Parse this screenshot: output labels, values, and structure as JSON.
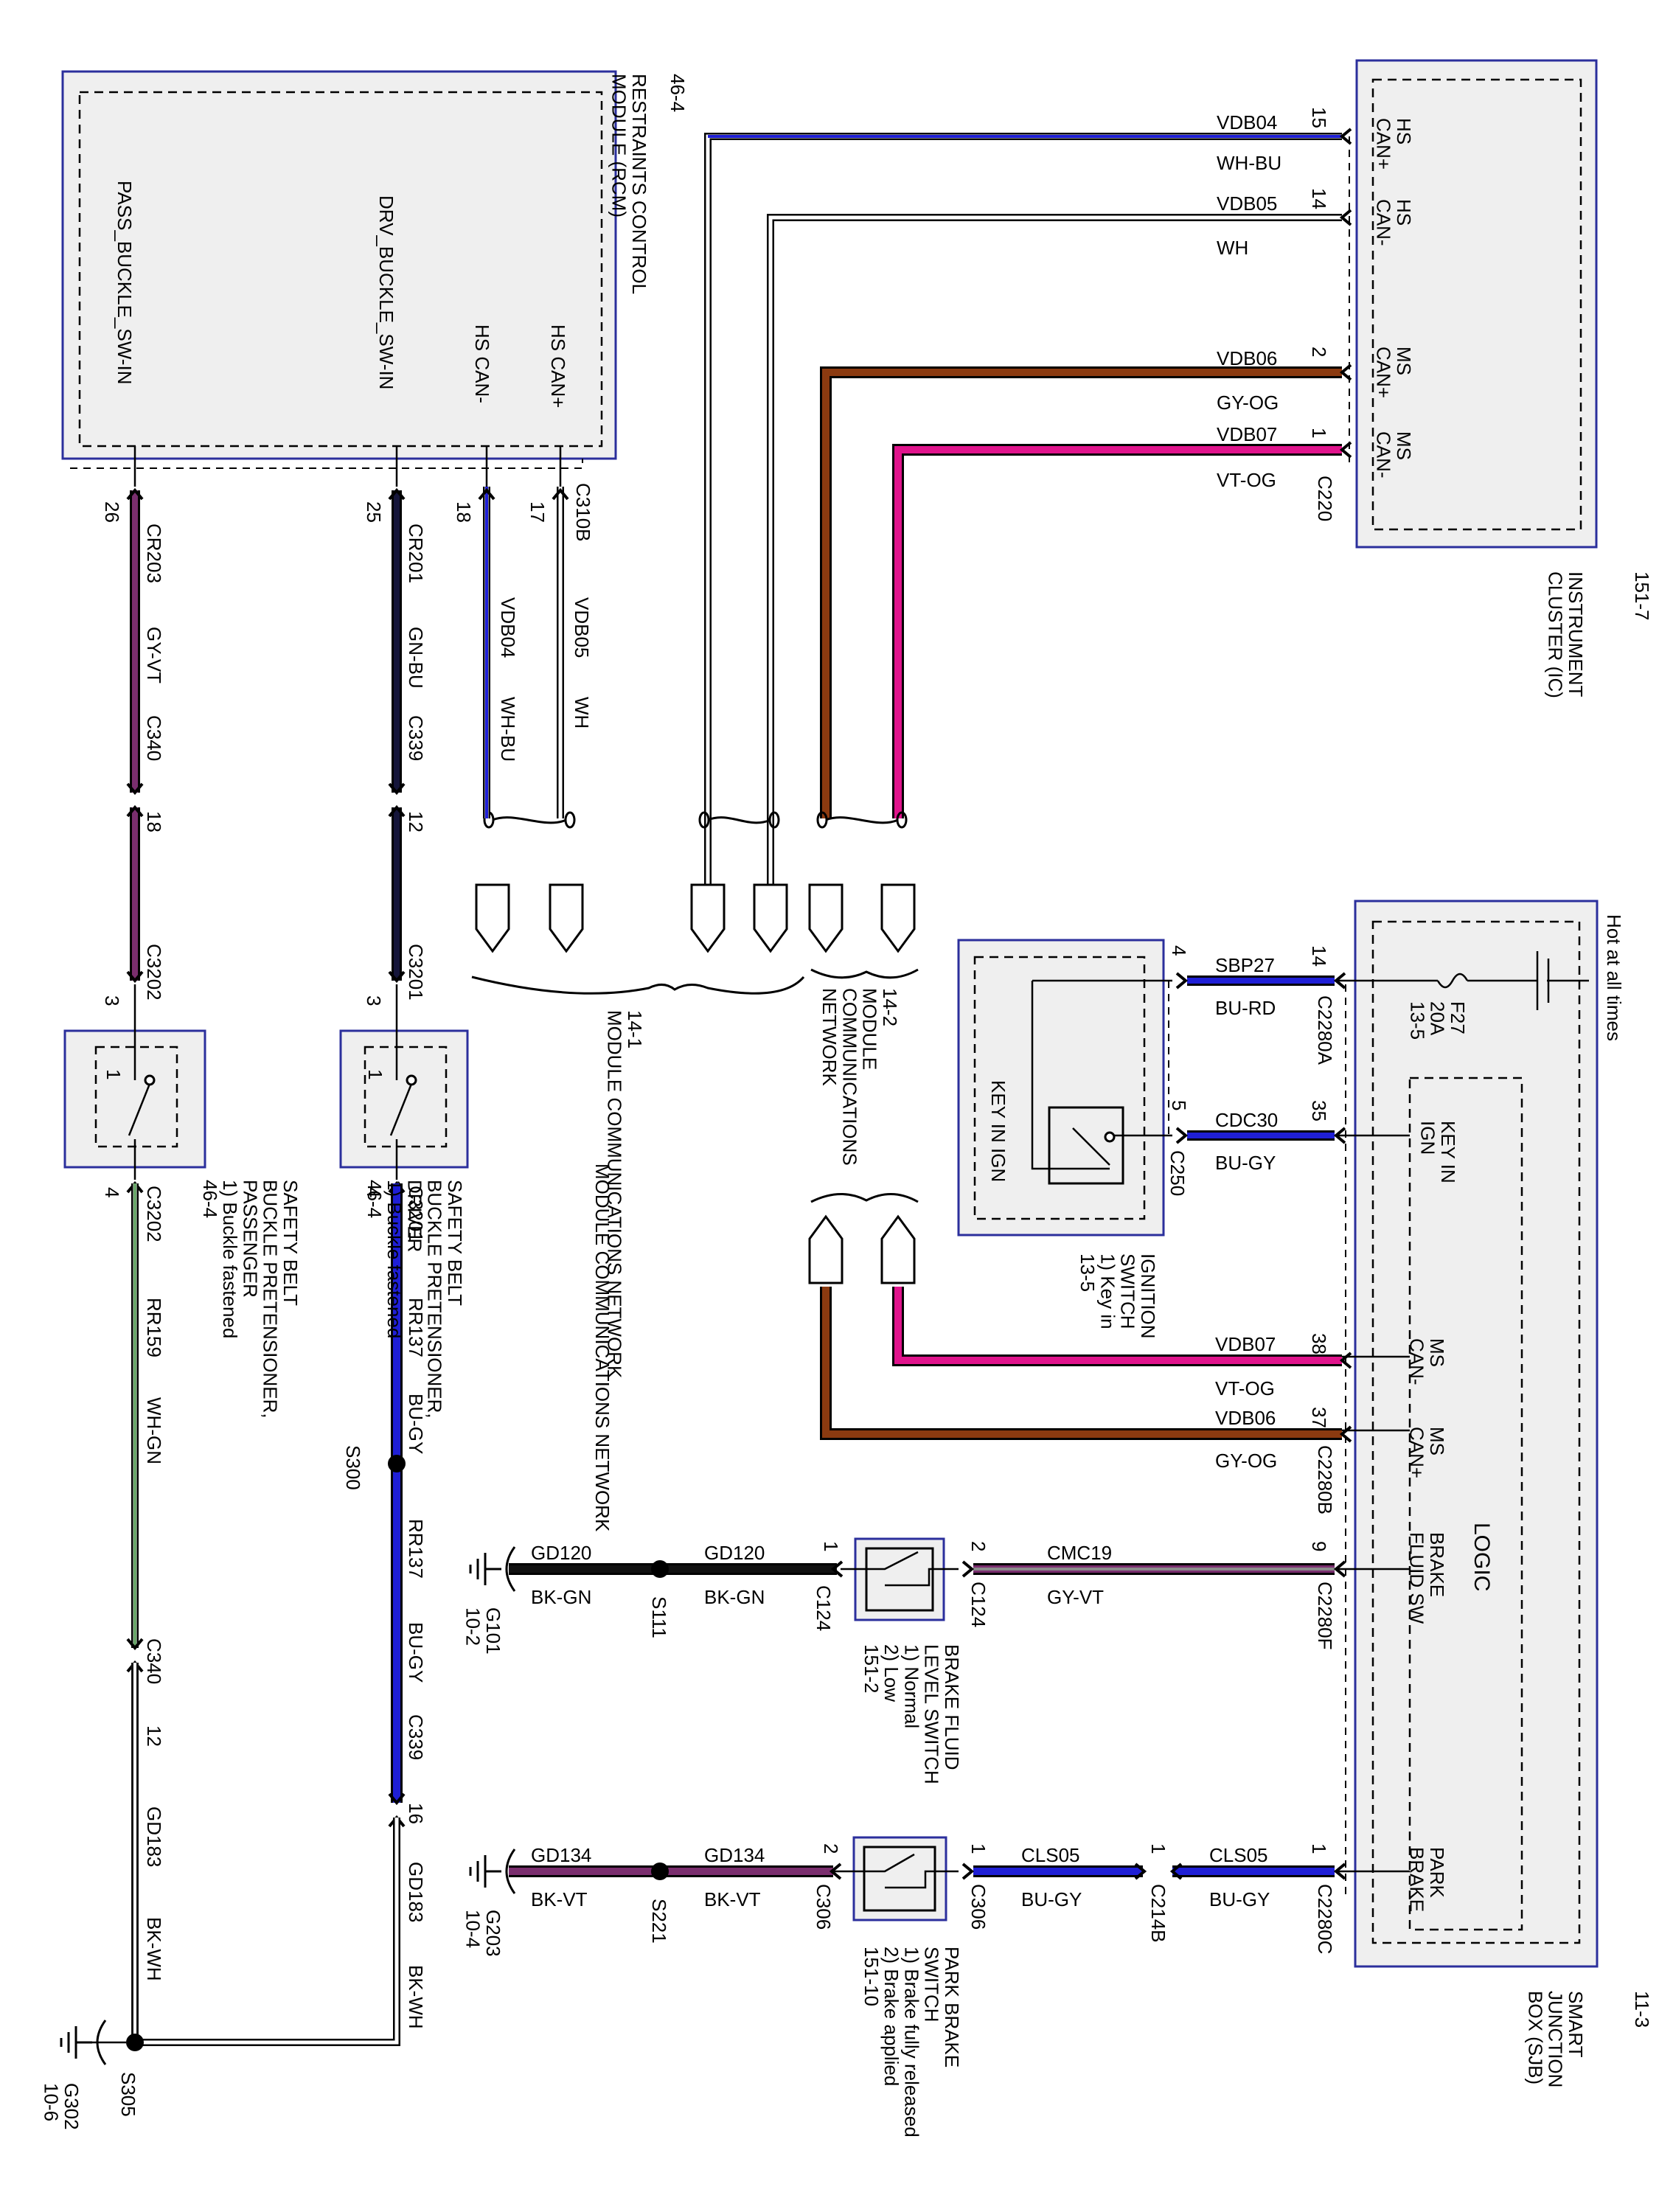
{
  "modules": {
    "rcm": {
      "name": "RESTRAINTS CONTROL\nMODULE (RCM)",
      "ref": "46-4",
      "pins": {
        "pass": "PASS_BUCKLE_SW-IN",
        "drv": "DRV_BUCKLE_SW-IN",
        "hs_minus": "HS CAN-",
        "hs_plus": "HS CAN+"
      },
      "connector": "C310B"
    },
    "ic": {
      "name": "INSTRUMENT\nCLUSTER (IC)",
      "ref": "151-7",
      "pins": {
        "hs_plus": "HS\nCAN+",
        "hs_minus": "HS\nCAN-",
        "ms_plus": "MS\nCAN+",
        "ms_minus": "MS\nCAN-"
      },
      "connector": "C220"
    },
    "sjb": {
      "name": "SMART\nJUNCTION\nBOX (SJB)",
      "ref": "11-3",
      "hot": "Hot at all times",
      "fuse": "F27\n20A\n13-5",
      "logic": "LOGIC",
      "pins": {
        "key_in": "KEY IN\nIGN",
        "ms_minus": "MS\nCAN-",
        "ms_plus": "MS\nCAN+",
        "brake_fluid": "BRAKE\nFLUID SW",
        "park": "PARK\nBRAKE"
      }
    },
    "ign": {
      "title": "IGNITION\nSWITCH\n1) Key in\n13-5",
      "label": "KEY IN IGN",
      "connector": "C250"
    }
  },
  "wires": {
    "vdb04": {
      "circuit": "VDB04",
      "color": "WH-BU",
      "pin": "15"
    },
    "vdb05": {
      "circuit": "VDB05",
      "color": "WH",
      "pin": "14"
    },
    "vdb06": {
      "circuit": "VDB06",
      "color": "GY-OG",
      "pin": "2"
    },
    "vdb07": {
      "circuit": "VDB07",
      "color": "VT-OG",
      "pin": "1"
    },
    "sbp27": {
      "circuit": "SBP27",
      "color": "BU-RD",
      "pin_a": "4",
      "pin_b": "14",
      "connector": "C2280A"
    },
    "cdc30": {
      "circuit": "CDC30",
      "color": "BU-GY",
      "pin_a": "5",
      "pin_b": "35"
    },
    "vdb07b": {
      "circuit": "VDB07",
      "color": "VT-OG",
      "pin": "38"
    },
    "vdb06b": {
      "circuit": "VDB06",
      "color": "GY-OG",
      "pin": "37",
      "connector": "C2280B"
    },
    "cmc19": {
      "circuit": "CMC19",
      "color": "GY-VT",
      "pin_a": "2",
      "pin_b": "9",
      "connector": "C2280F",
      "conn_sw": "C124"
    },
    "gd120a": {
      "circuit": "GD120",
      "color": "BK-GN",
      "pin": "1",
      "conn": "C124"
    },
    "gd120b": {
      "circuit": "GD120",
      "color": "BK-GN"
    },
    "cls05a": {
      "circuit": "CLS05",
      "color": "BU-GY",
      "pin": "1",
      "conn": "C306"
    },
    "cls05b": {
      "circuit": "CLS05",
      "color": "BU-GY",
      "pin_a": "1",
      "pin_b": "1",
      "conn": "C214B",
      "connector": "C2280C"
    },
    "gd134a": {
      "circuit": "GD134",
      "color": "BK-VT",
      "pin": "2",
      "conn": "C306"
    },
    "gd134b": {
      "circuit": "GD134",
      "color": "BK-VT"
    },
    "cr203": {
      "circuit": "CR203",
      "color": "GY-VT",
      "pin": "26",
      "inline": "C340",
      "inline_pin": "18"
    },
    "cr201": {
      "circuit": "CR201",
      "color": "GN-BU",
      "pin": "25",
      "inline": "C339",
      "inline_pin": "12"
    },
    "vdb04v": {
      "circuit": "VDB04",
      "color": "WH-BU",
      "pin": "18"
    },
    "vdb05v": {
      "circuit": "VDB05",
      "color": "WH",
      "pin": "17"
    },
    "rr159": {
      "circuit": "RR159",
      "color": "WH-GN",
      "conn": "C3202",
      "pin": "4"
    },
    "rr137a": {
      "circuit": "RR137",
      "color": "BU-GY",
      "conn": "C3201",
      "pin": "4"
    },
    "rr137b": {
      "circuit": "RR137",
      "color": "BU-GY",
      "inline": "C339",
      "inline_pin": "16"
    },
    "gd183a": {
      "circuit": "GD183",
      "color": "BK-WH",
      "inline": "C340",
      "inline_pin": "12"
    },
    "gd183b": {
      "circuit": "GD183",
      "color": "BK-WH"
    }
  },
  "splices": {
    "s300": "S300",
    "s111": "S111",
    "s221": "S221",
    "s305": "S305"
  },
  "grounds": {
    "g101": "G101\n10-2",
    "g203": "G203\n10-4",
    "g302": "G302\n10-6"
  },
  "switches": {
    "pass": {
      "title": "SAFETY BELT\nBUCKLE PRETENSIONER,\nPASSENGER\n1) Buckle fastened\n46-4",
      "conn": "C3202",
      "pin_top": "3",
      "pin": "1"
    },
    "drv": {
      "title": "SAFETY BELT\nBUCKLE PRETENSIONER,\nDRIVER\n1) Buckle fastened\n46-4",
      "conn": "C3201",
      "pin_top": "3",
      "pin": "1"
    },
    "brake_fluid": {
      "title": "BRAKE FLUID\nLEVEL SWITCH\n1) Normal\n2) Low\n151-2",
      "p1": "1",
      "p2": "2"
    },
    "park_brake": {
      "title": "PARK BRAKE\nSWITCH\n1) Brake fully released\n2) Brake applied\n151-10",
      "p1": "1",
      "p2": "2"
    }
  },
  "network": {
    "n1": "14-1\nMODULE COMMUNICATIONS NETWORK",
    "n2": "14-2\nMODULE\nCOMMUNICATIONS\nNETWORK",
    "n3": "MODULE COMMUNICATIONS NETWORK"
  },
  "colors": {
    "box_border": "#2b2f9c",
    "box_fill": "#efefef",
    "brown": "#8b3a10",
    "magenta": "#e0148c",
    "blue": "#1f1fd6",
    "navy": "#15153a",
    "purple": "#7a2e6e"
  }
}
